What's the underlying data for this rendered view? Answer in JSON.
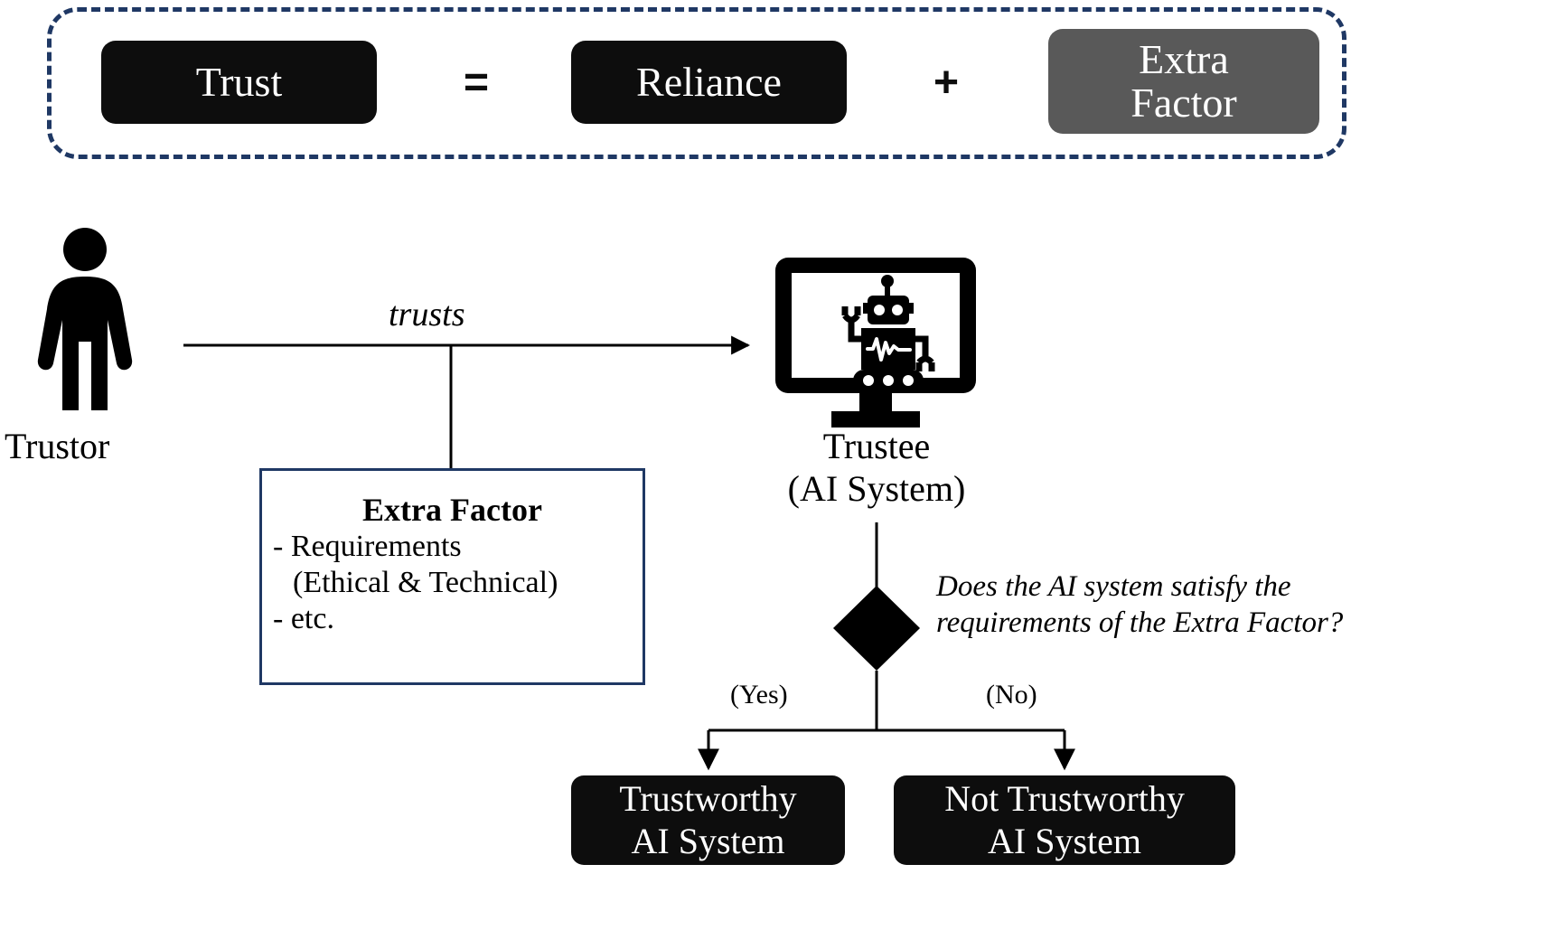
{
  "equation": {
    "trust_label": "Trust",
    "equals_symbol": "=",
    "reliance_label": "Reliance",
    "plus_symbol": "+",
    "extra_factor_label": "Extra\nFactor",
    "extra_factor_line1": "Extra",
    "extra_factor_line2": "Factor",
    "border_color": "#1F3864",
    "black_pill_color": "#0D0D0D",
    "gray_pill_color": "#595959"
  },
  "trustor": {
    "label": "Trustor",
    "icon": "person-icon"
  },
  "relation": {
    "arrow_label": "trusts"
  },
  "extra_factor_box": {
    "title": "Extra Factor",
    "items": [
      "- Requirements",
      "(Ethical & Technical)",
      "- etc."
    ],
    "border_color": "#1F3864"
  },
  "trustee": {
    "icon": "monitor-robot-icon",
    "label_line1": "Trustee",
    "label_line2": "(AI System)"
  },
  "decision": {
    "shape": "diamond",
    "question_line1": "Does the AI system satisfy the",
    "question_line2": "requirements of the Extra Factor?",
    "yes_label": "(Yes)",
    "no_label": "(No)"
  },
  "results": {
    "trustworthy_line1": "Trustworthy",
    "trustworthy_line2": "AI System",
    "not_trustworthy_line1": "Not Trustworthy",
    "not_trustworthy_line2": "AI System",
    "box_color": "#0D0D0D"
  }
}
